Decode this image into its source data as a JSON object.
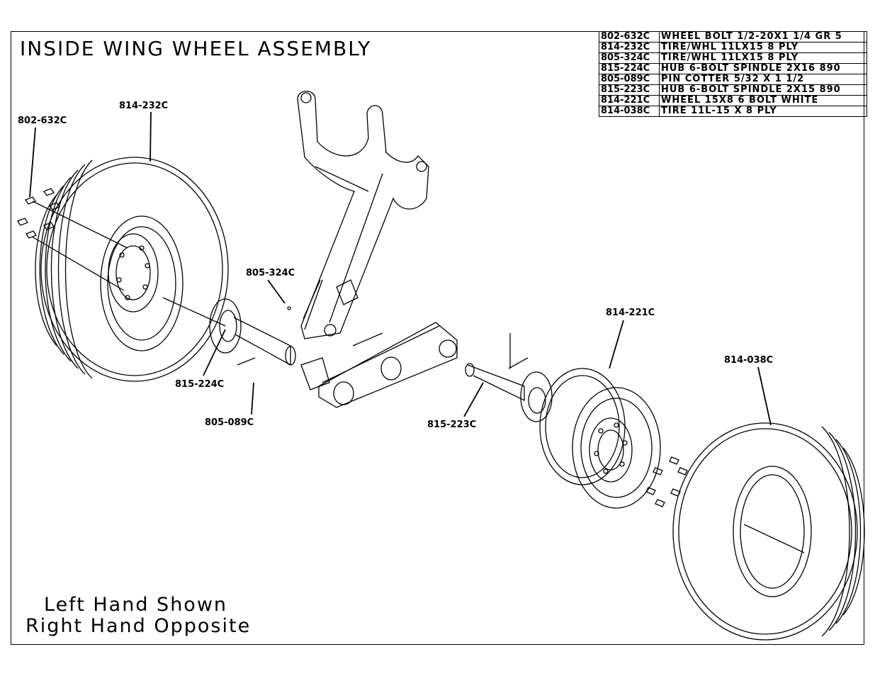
{
  "title": "INSIDE WING WHEEL ASSEMBLY",
  "notes": {
    "line1": "Left Hand Shown",
    "line2": "Right Hand Opposite"
  },
  "parts_list": [
    {
      "part": "802-632C",
      "description": "WHEEL BOLT 1/2-20X1 1/4 GR 5"
    },
    {
      "part": "814-232C",
      "description": "TIRE/WHL 11LX15 8 PLY"
    },
    {
      "part": "805-324C",
      "description": "TIRE/WHL 11LX15 8 PLY"
    },
    {
      "part": "815-224C",
      "description": "HUB 6-BOLT SPINDLE 2X16 890"
    },
    {
      "part": "805-089C",
      "description": "PIN COTTER 5/32 X 1 1/2"
    },
    {
      "part": "815-223C",
      "description": "HUB 6-BOLT SPINDLE 2X15 890"
    },
    {
      "part": "814-221C",
      "description": "WHEEL 15X8 6 BOLT WHITE"
    },
    {
      "part": "814-038C",
      "description": "TIRE 11L-15 X 8 PLY"
    }
  ],
  "callouts": {
    "c802_632": "802-632C",
    "c814_232": "814-232C",
    "c805_324": "805-324C",
    "c815_224": "815-224C",
    "c805_089": "805-089C",
    "c815_223": "815-223C",
    "c814_221": "814-221C",
    "c814_038": "814-038C"
  }
}
